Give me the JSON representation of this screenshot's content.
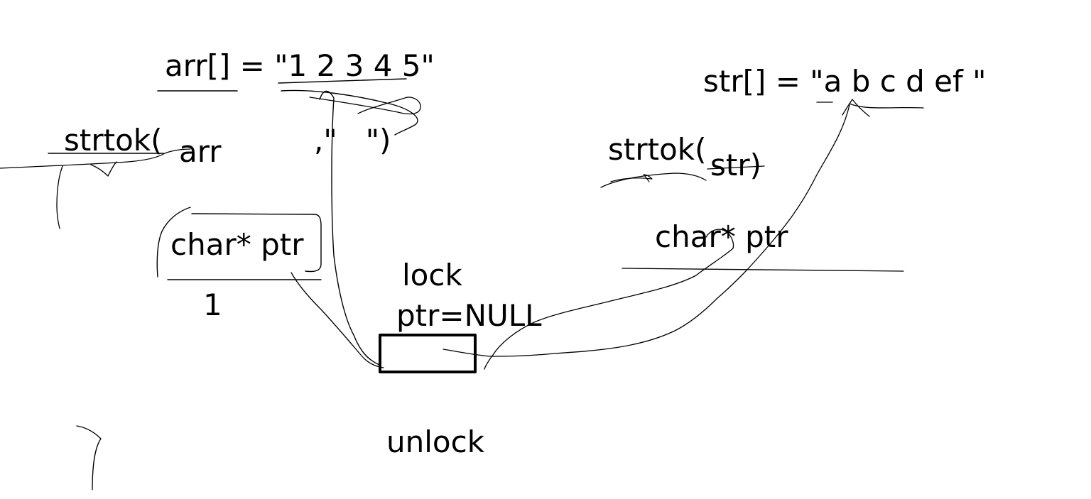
{
  "colors": {
    "ink": "#000000",
    "background": "#ffffff"
  },
  "left": {
    "arr_decl": "arr[] = \"1 2 3 4 5\"",
    "strtok_call": "strtok(",
    "arg_arr": "arr",
    "delim": ",\"   \")",
    "char_ptr": "char* ptr",
    "result": "1"
  },
  "right": {
    "str_decl": "str[] = \"a b c d ef \"",
    "strtok_call": "strtok(",
    "arg_str": "str)",
    "char_ptr": "char* ptr"
  },
  "center": {
    "lock": "lock",
    "ptr_null": "ptr=NULL",
    "unlock": "unlock"
  }
}
